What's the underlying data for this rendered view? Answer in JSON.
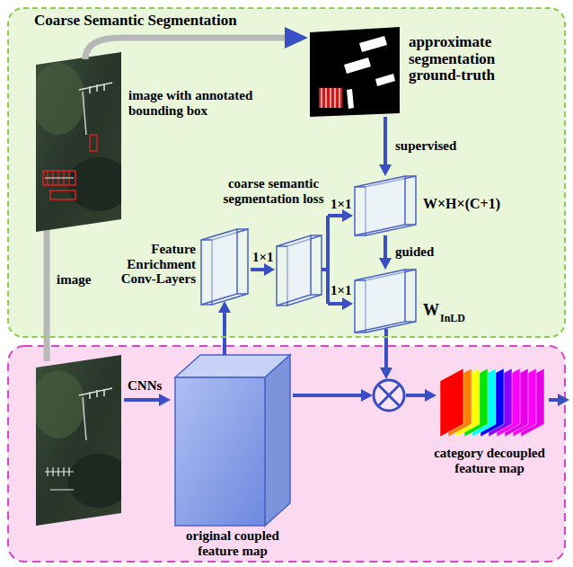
{
  "diagram": {
    "nodes": [
      {
        "text": [
          "Coarse Semantic Segmentation"
        ]
      },
      {
        "text": [
          "image with annotated bounding box"
        ],
        "in": 0
      },
      {
        "text": [
          "approximate segmentation ground-truth"
        ],
        "in": 0
      },
      {
        "text": [
          "Feature Enrichment Conv-Layers"
        ],
        "in": 0
      },
      {
        "text": [
          "W×H×(C+1)"
        ],
        "in": 0
      },
      {
        "text": [
          "W",
          "InLD"
        ],
        "in": 0
      },
      {
        "text": [
          "original coupled feature map"
        ]
      },
      {
        "text": [
          "category decoupled feature map"
        ]
      }
    ],
    "edges": [
      {
        "from": 1,
        "to": 2,
        "arrow": "to"
      },
      {
        "from": 2,
        "to": 4,
        "label": "supervised",
        "arrow": "to"
      },
      {
        "from": 4,
        "to": 5,
        "label": "guided",
        "arrow": "to"
      },
      {
        "from": 6,
        "to": 3,
        "arrow": "to"
      }
    ],
    "labels": [
      "coarse semantic segmentation loss",
      "1×1",
      "1×1",
      "1×1",
      "image",
      "CNNs"
    ]
  }
}
